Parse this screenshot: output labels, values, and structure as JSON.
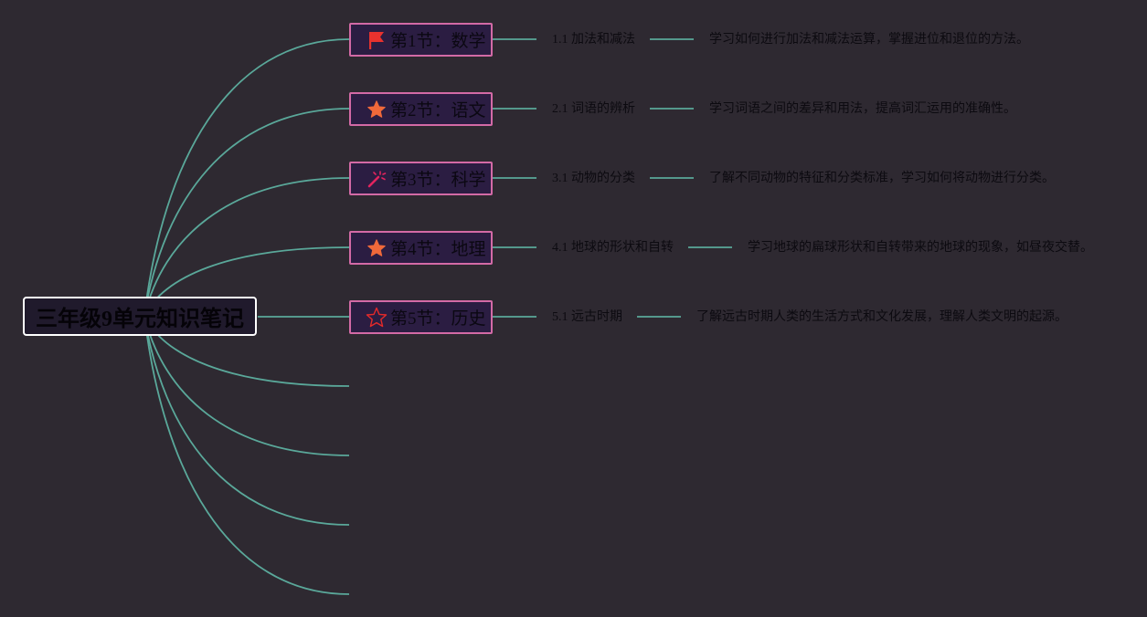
{
  "root": {
    "title": "三年级9单元知识笔记"
  },
  "colors": {
    "background": "#2e2931",
    "connector": "#5aa89a",
    "topic_border": "#d36aa6",
    "topic_fill": "#2b1d42",
    "root_border": "#ffffff",
    "root_fill": "#201a2c"
  },
  "topics": [
    {
      "label": "第1节：数学",
      "icon": "flag-icon",
      "sub": "1.1 加法和减法",
      "desc": "学习如何进行加法和减法运算，掌握进位和退位的方法。"
    },
    {
      "label": "第2节：语文",
      "icon": "star-filled-icon",
      "sub": "2.1 词语的辨析",
      "desc": "学习词语之间的差异和用法，提高词汇运用的准确性。"
    },
    {
      "label": "第3节：科学",
      "icon": "magic-wand-icon",
      "sub": "3.1 动物的分类",
      "desc": "了解不同动物的特征和分类标准，学习如何将动物进行分类。"
    },
    {
      "label": "第4节：地理",
      "icon": "star-filled-icon",
      "sub": "4.1 地球的形状和自转",
      "desc": "学习地球的扁球形状和自转带来的地球的现象，如昼夜交替。"
    },
    {
      "label": "第5节：历史",
      "icon": "star-outline-icon",
      "sub": "5.1 远古时期",
      "desc": "了解远古时期人类的生活方式和文化发展，理解人类文明的起源。"
    }
  ],
  "empty_branches": 4
}
